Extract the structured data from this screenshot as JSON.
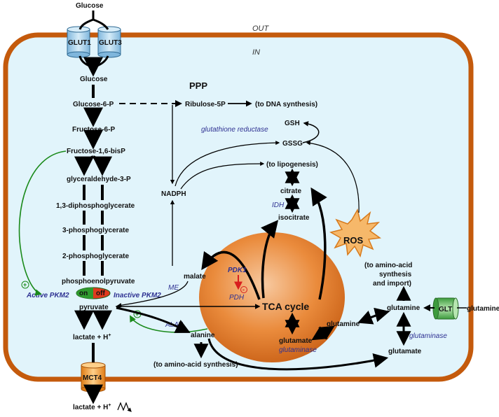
{
  "colors": {
    "membrane": "#c45a0c",
    "cytoplasm": "#e1f4fb",
    "mitochondrion": "#e07a25",
    "enzyme_text": "#2e3192",
    "regulation_green": "#1a8a1a",
    "inhibition_red": "#d81e1e",
    "transporter_blue": "#a9d3ec",
    "transporter_orange": "#f29b30",
    "glt_green": "#5cb85c",
    "ros_burst": "#f6b86a"
  },
  "zones": {
    "out": "OUT",
    "in": "IN"
  },
  "transporters": {
    "glut1": "GLUT1",
    "glut3": "GLUT3",
    "mct4": "MCT4",
    "glt": "GLT"
  },
  "glycolysis": {
    "glucose_out": "Glucose",
    "glucose_in": "Glucose",
    "g6p": "Glucose-6-P",
    "f6p": "Fructose-6-P",
    "f16bp": "Fructose-1,6-bisP",
    "g3p": "glyceraldehyde-3-P",
    "dpg13": "1,3-diphosphoglycerate",
    "pg3": "3-phosphoglycerate",
    "pg2": "2-phosphoglycerate",
    "pep": "phosphoenolpyruvate",
    "pyruvate": "pyruvate",
    "lactate_in": "lactate + H",
    "lactate_out": "lactate + H",
    "superscript_plus": "+"
  },
  "pkm2": {
    "active": "Active PKM2",
    "inactive": "Inactive PKM2",
    "on": "on",
    "off": "off",
    "plus": "+"
  },
  "ppp": {
    "title": "PPP",
    "ribulose": "Ribulose-5P",
    "dna": "(to DNA synthesis)",
    "nadph": "NADPH",
    "glutathione_reductase": "glutathione reductase",
    "gsh": "GSH",
    "gssg": "GSSG",
    "lipogenesis": "(to lipogenesis)"
  },
  "mito": {
    "citrate": "citrate",
    "idh": "IDH",
    "isocitrate": "isocitrate",
    "ros": "ROS",
    "malate": "malate",
    "me": "ME",
    "pdk1": "PDK1",
    "pdh": "PDH",
    "minus": "-",
    "tca": "TCA cycle",
    "glutamine": "glutamine",
    "glutamate": "glutamate",
    "glutaminase": "glutaminase"
  },
  "amino": {
    "alat": "ALAT",
    "alanine": "alanine",
    "aa_synthesis": "(to amino-acid synthesis)",
    "aa_import_l1": "(to amino-acid",
    "aa_import_l2": "synthesis",
    "aa_import_l3": "and import)",
    "glutamine_cyto": "glutamine",
    "glutamine_out": "glutamine",
    "glutamate_cyto": "glutamate",
    "glutaminase_cyto": "glutaminase",
    "plus": "+"
  }
}
